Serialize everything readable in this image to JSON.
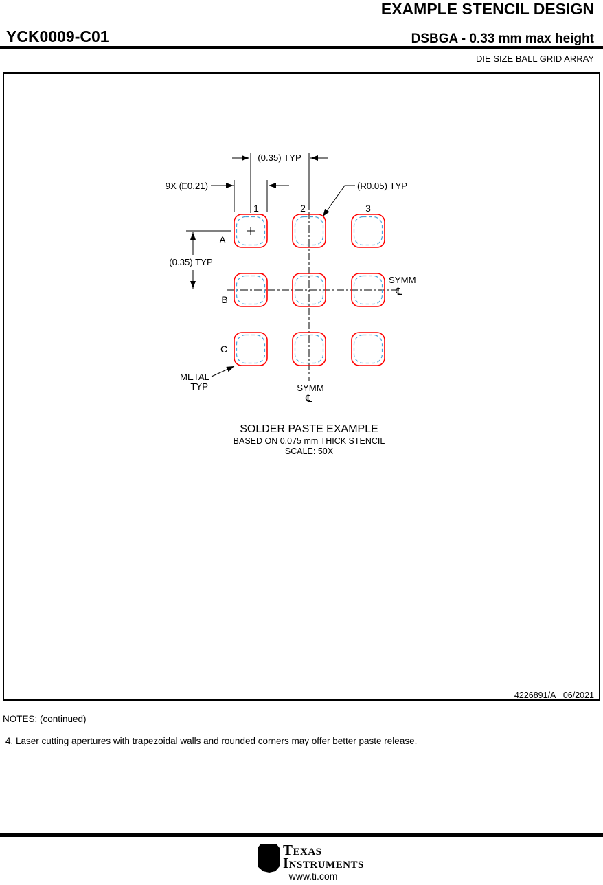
{
  "header": {
    "title": "EXAMPLE STENCIL DESIGN",
    "part_number": "YCK0009-C01",
    "subtitle": "DSBGA - 0.33 mm max height",
    "package_type": "DIE SIZE BALL GRID ARRAY"
  },
  "diagram": {
    "column_labels": [
      "1",
      "2",
      "3"
    ],
    "row_labels": [
      "A",
      "B",
      "C"
    ],
    "dim_pitch_top": "(0.35) TYP",
    "dim_pitch_left": "(0.35) TYP",
    "dim_aperture": "9X (□0.21)",
    "dim_radius": "(R0.05) TYP",
    "symm": "SYMM",
    "centerline_symbol": "℄",
    "metal_label_line1": "METAL",
    "metal_label_line2": "TYP",
    "caption_title": "SOLDER PASTE EXAMPLE",
    "caption_sub1": "BASED ON 0.075 mm THICK STENCIL",
    "caption_sub2": "SCALE: 50X",
    "doc_number": "4226891/A   06/2021"
  },
  "notes": {
    "heading": "NOTES: (continued)",
    "items": [
      "4. Laser cutting apertures with trapezoidal walls and rounded corners may offer better paste release."
    ]
  },
  "footer": {
    "bug_text": "ti",
    "brand_line1": "Texas",
    "brand_line2": "Instruments",
    "website": "www.ti.com"
  },
  "colors": {
    "aperture": "#ff0000",
    "ball_outline": "#4aa3d8"
  }
}
